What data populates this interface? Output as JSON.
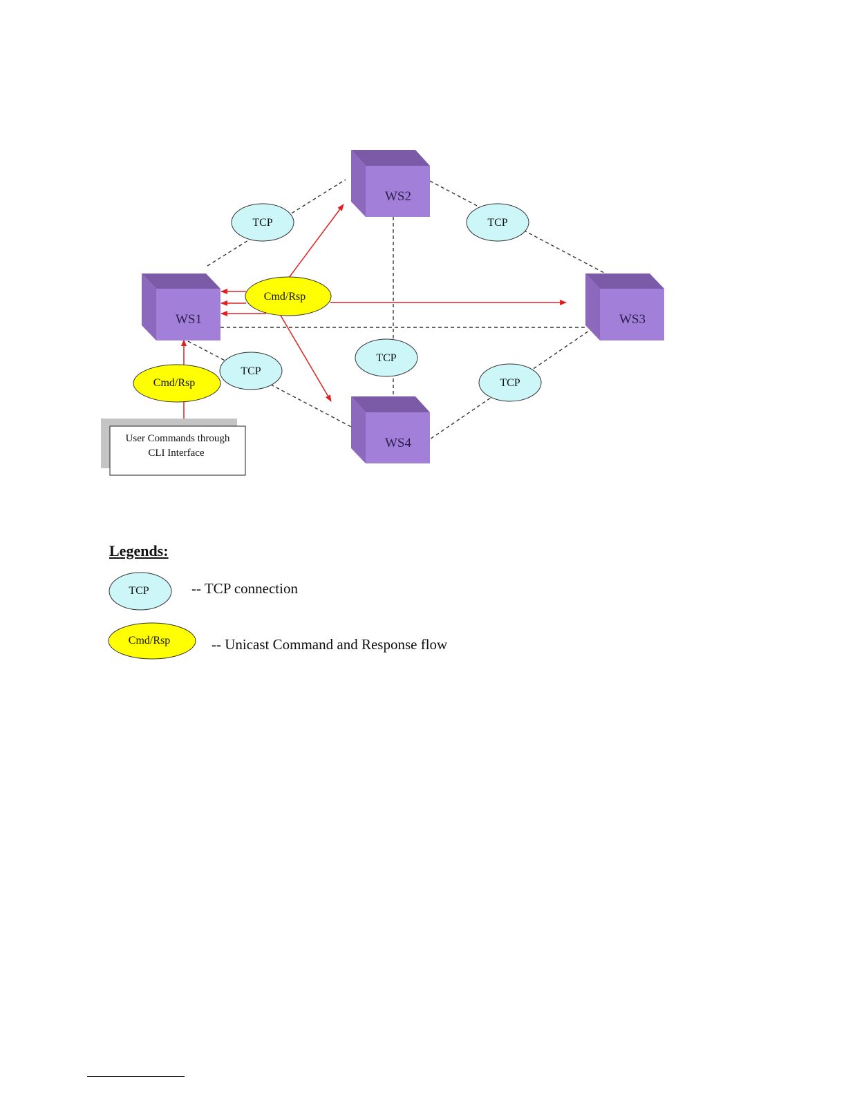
{
  "nodes": [
    {
      "id": "ws1",
      "label": "WS1"
    },
    {
      "id": "ws2",
      "label": "WS2"
    },
    {
      "id": "ws3",
      "label": "WS3"
    },
    {
      "id": "ws4",
      "label": "WS4"
    }
  ],
  "tcp_label": "TCP",
  "cmd_label": "Cmd/Rsp",
  "cli_box": {
    "line1": "User Commands through",
    "line2": "CLI Interface"
  },
  "legend": {
    "title": "Legends:",
    "tcp_text": "-- TCP connection",
    "cmd_text": "-- Unicast Command and Response flow"
  },
  "colors": {
    "node_front": "#a27fd8",
    "node_top": "#7b5aa8",
    "node_side": "#8c69bd",
    "tcp_fill": "#ccf6f8",
    "cmd_fill": "#ffff00",
    "arrow": "#e02020"
  }
}
